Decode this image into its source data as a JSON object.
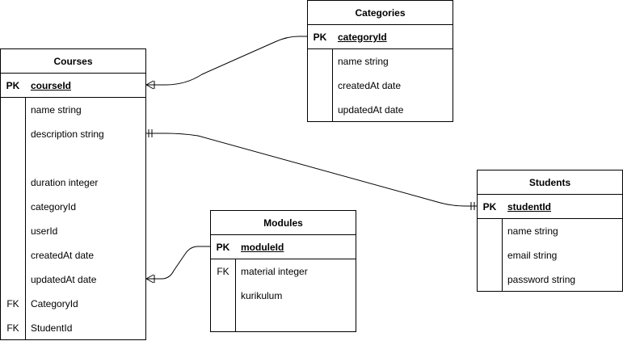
{
  "entities": {
    "courses": {
      "title": "Courses",
      "pk": {
        "key": "PK",
        "name": "courseId"
      },
      "fields": [
        {
          "key": "",
          "name": "name string"
        },
        {
          "key": "",
          "name": "description string"
        },
        {
          "key": "",
          "name": ""
        },
        {
          "key": "",
          "name": "duration integer"
        },
        {
          "key": "",
          "name": "categoryId"
        },
        {
          "key": "",
          "name": "userId"
        },
        {
          "key": "",
          "name": "createdAt date"
        },
        {
          "key": "",
          "name": "updatedAt date"
        },
        {
          "key": "FK",
          "name": "CategoryId"
        },
        {
          "key": "FK",
          "name": "StudentId"
        }
      ]
    },
    "categories": {
      "title": "Categories",
      "pk": {
        "key": "PK",
        "name": "categoryId"
      },
      "fields": [
        {
          "key": "",
          "name": "name string"
        },
        {
          "key": "",
          "name": "createdAt date"
        },
        {
          "key": "",
          "name": "updatedAt date"
        }
      ]
    },
    "students": {
      "title": "Students",
      "pk": {
        "key": "PK",
        "name": "studentId"
      },
      "fields": [
        {
          "key": "",
          "name": "name string"
        },
        {
          "key": "",
          "name": "email string"
        },
        {
          "key": "",
          "name": "password string"
        }
      ]
    },
    "modules": {
      "title": "Modules",
      "pk": {
        "key": "PK",
        "name": "moduleId"
      },
      "fields": [
        {
          "key": "FK",
          "name": "material integer"
        },
        {
          "key": "",
          "name": "kurikulum"
        },
        {
          "key": "",
          "name": ""
        }
      ]
    }
  },
  "relationships": [
    {
      "from": "courses.courseId",
      "to": "categories.categoryId",
      "from_end": "one-or-many",
      "to_end": "none"
    },
    {
      "from": "courses.description string",
      "to": "students.studentId",
      "from_end": "exactly-one",
      "to_end": "exactly-one"
    },
    {
      "from": "courses.updatedAt date",
      "to": "modules.moduleId",
      "from_end": "one-or-many",
      "to_end": "none"
    }
  ]
}
